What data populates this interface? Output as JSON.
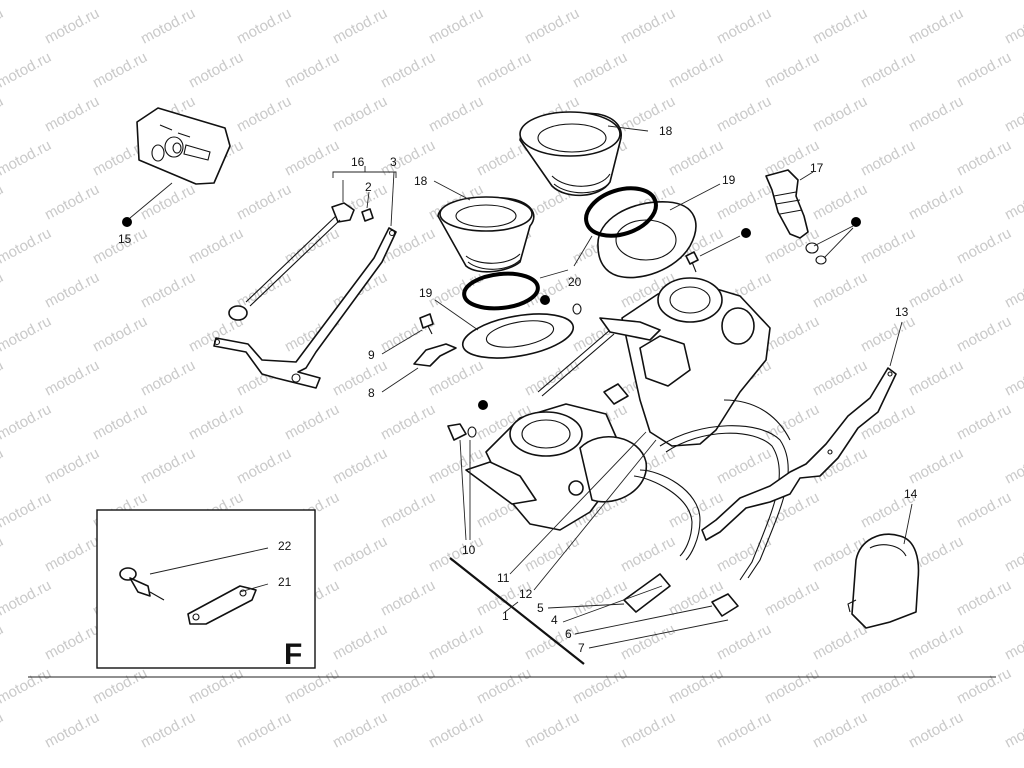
{
  "watermark": "motod.ru",
  "callouts": {
    "c1": "1",
    "c2": "2",
    "c3": "3",
    "c4": "4",
    "c5": "5",
    "c6": "6",
    "c7": "7",
    "c8": "8",
    "c9": "9",
    "c10": "10",
    "c11": "11",
    "c12": "12",
    "c13": "13",
    "c14": "14",
    "c15": "15",
    "c16": "16",
    "c17": "17",
    "c18a": "18",
    "c18b": "18",
    "c19a": "19",
    "c19b": "19",
    "c20": "20",
    "c21": "21",
    "c22": "22"
  },
  "inset": {
    "letter": "F"
  }
}
